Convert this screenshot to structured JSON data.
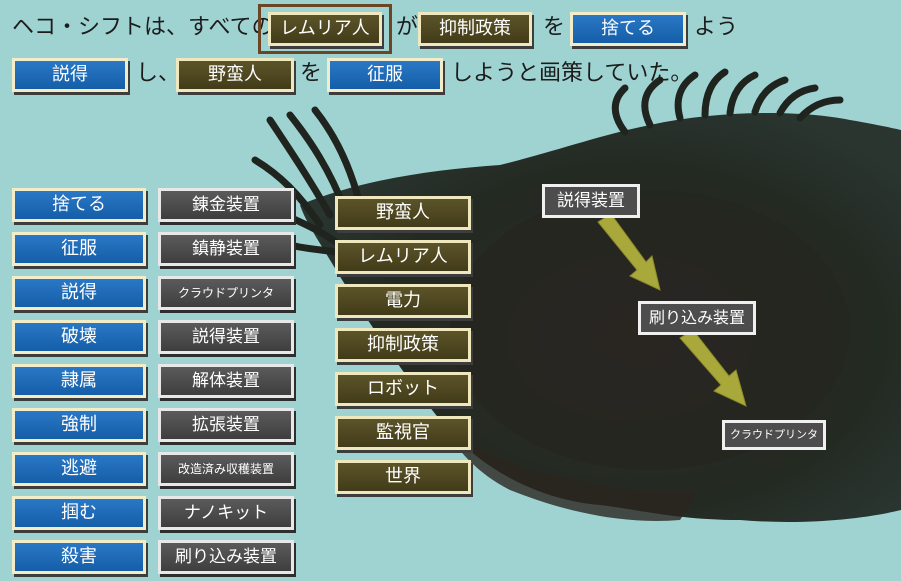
{
  "sentence": {
    "line1_t1": "ヘコ・シフトは、すべての",
    "slot1": "レムリア人",
    "line1_t2": "が",
    "slot2": "抑制政策",
    "line1_t3": "を",
    "slot3": "捨てる",
    "line1_t4": "よう",
    "slot4": "説得",
    "line2_t1": "し、",
    "slot5": "野蛮人",
    "line2_t2": "を",
    "slot6": "征服",
    "line2_t3": "しようと画策していた。"
  },
  "verbs": [
    "捨てる",
    "征服",
    "説得",
    "破壊",
    "隷属",
    "強制",
    "逃避",
    "掴む",
    "殺害"
  ],
  "devices": [
    "錬金装置",
    "鎮静装置",
    "クラウドプリンタ",
    "説得装置",
    "解体装置",
    "拡張装置",
    "改造済み収穫装置",
    "ナノキット",
    "刷り込み装置"
  ],
  "nouns": [
    "野蛮人",
    "レムリア人",
    "電力",
    "抑制政策",
    "ロボット",
    "監視官",
    "世界"
  ],
  "chain": {
    "node1": "説得装置",
    "node2": "刷り込み装置",
    "node3": "クラウドプリンタ"
  },
  "colors": {
    "background": "#9fd3d2",
    "verb_tile": "#1f6cb9",
    "noun_tile": "#4f4822",
    "device_tile": "#4c4c4c",
    "arrow": "#a9a83a",
    "blob": "#252a24"
  }
}
